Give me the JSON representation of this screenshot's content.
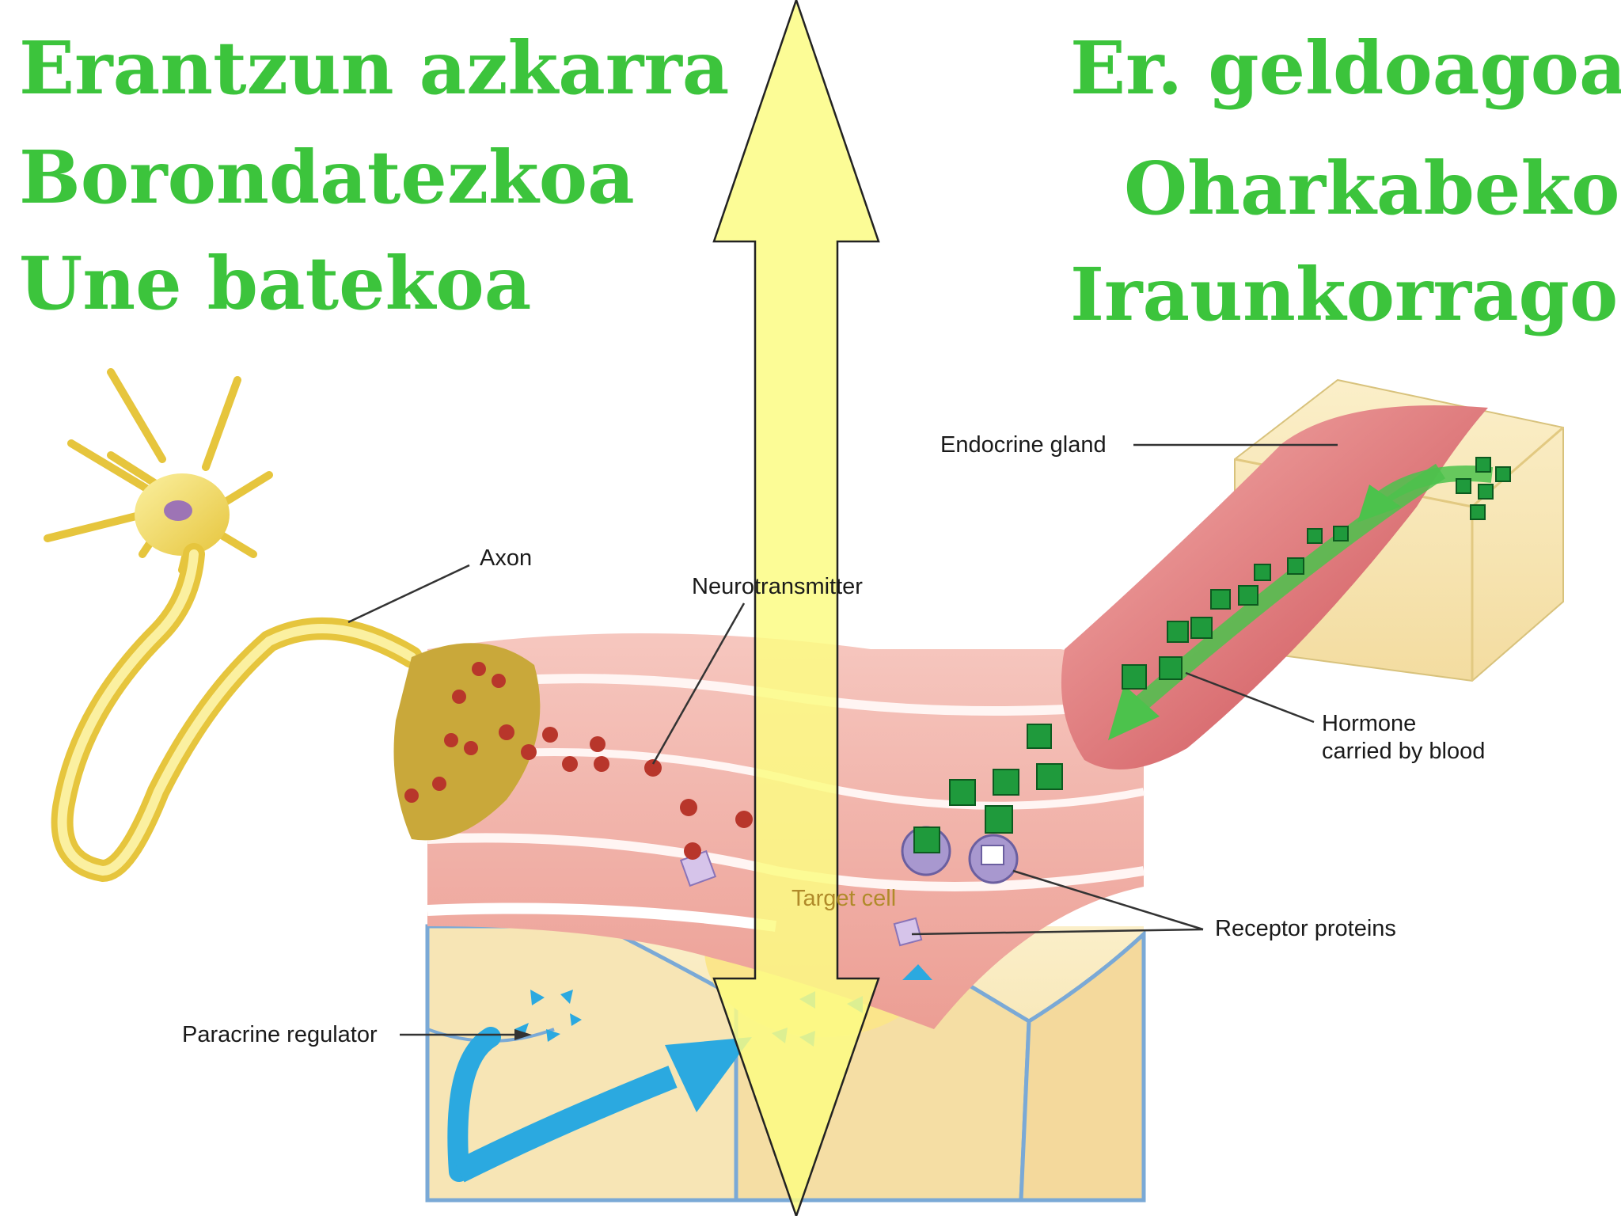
{
  "headings": {
    "left": [
      "Erantzun azkarra",
      "Borondatezkoa",
      "Une batekoa"
    ],
    "right": [
      "Er. geldoagoa",
      "Oharkabekoa",
      "Iraunkorragoa"
    ],
    "color": "#3cc43c"
  },
  "labels": {
    "endocrine_gland": "Endocrine gland",
    "axon": "Axon",
    "neurotransmitter": "Neurotransmitter",
    "hormone_line1": "Hormone",
    "hormone_line2": "carried by blood",
    "target_cell": "Target cell",
    "receptor_proteins": "Receptor proteins",
    "paracrine_regulator": "Paracrine regulator"
  },
  "colors": {
    "arrow_fill": "#fbfb84",
    "neuron": "#f1de5c",
    "tissue": "#f2b7ad",
    "blood_vessel": "#c9474f",
    "hormone": "#1f9a3c",
    "neurotransmitter": "#b8362b",
    "paracrine_arrow": "#2ba9e0",
    "receptor": "#a898cf",
    "gland": "#f6e6ad"
  }
}
